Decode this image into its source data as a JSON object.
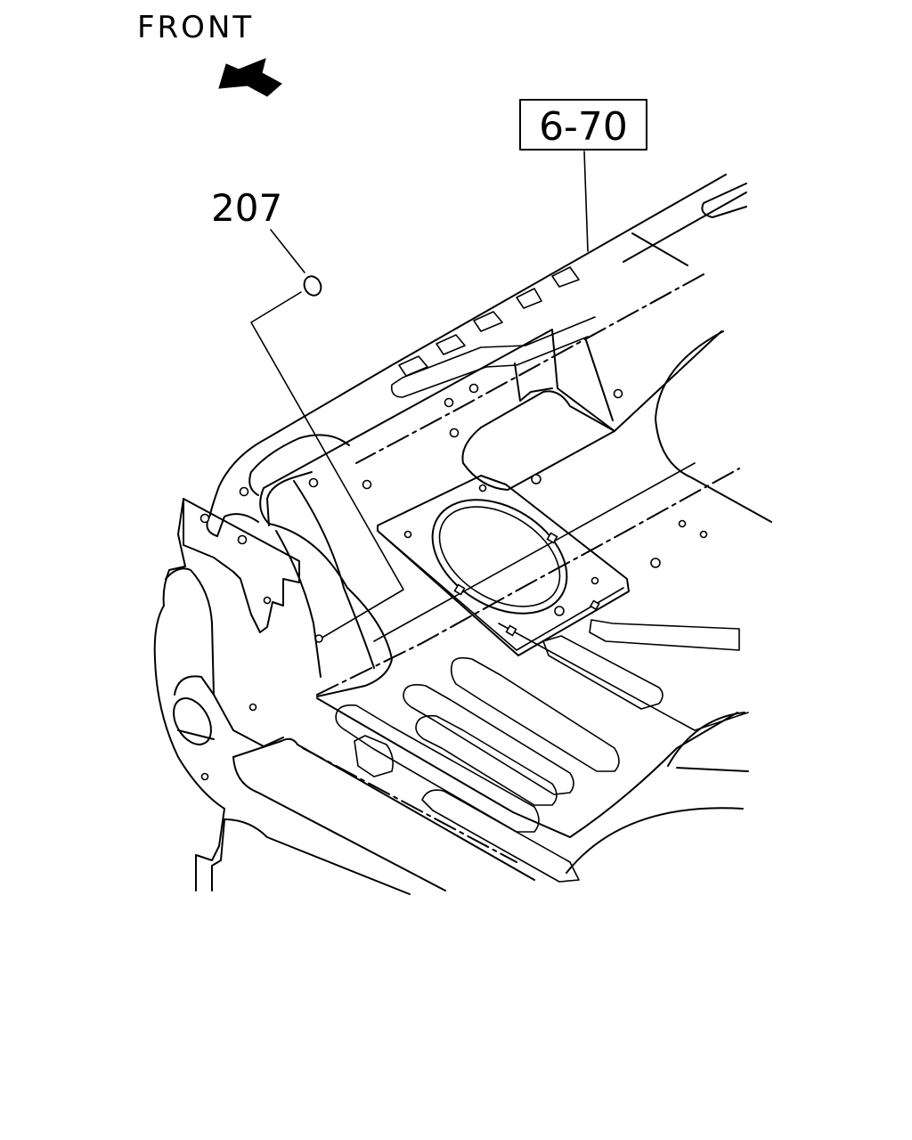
{
  "orientation": {
    "label": "FRONT",
    "icon": "front-arrow-icon"
  },
  "callouts": [
    {
      "id": "part",
      "text": "207",
      "boxed": false
    },
    {
      "id": "reference",
      "text": "6-70",
      "boxed": true
    }
  ],
  "colors": {
    "ink": "#000000",
    "paper": "#ffffff"
  }
}
